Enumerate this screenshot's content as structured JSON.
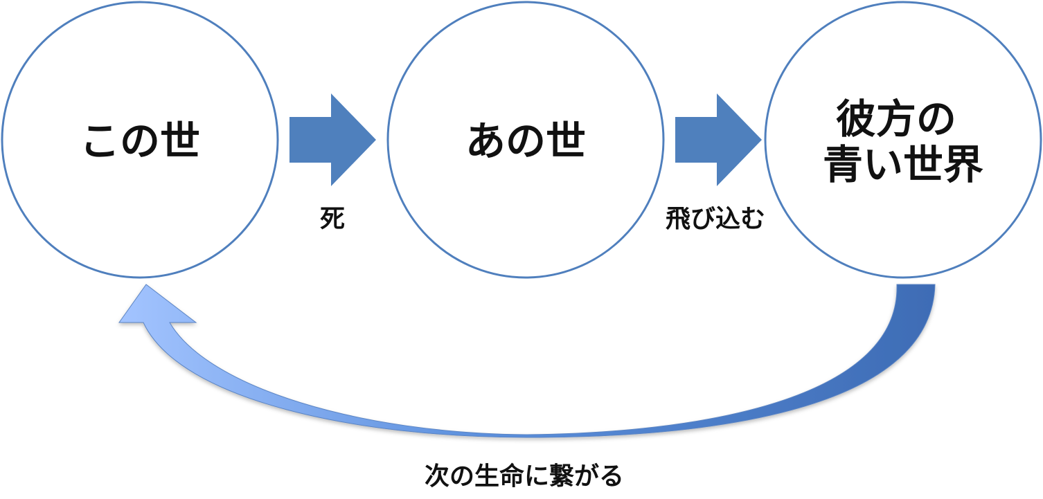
{
  "nodes": [
    {
      "id": "kono-yo",
      "lines": [
        "この世"
      ]
    },
    {
      "id": "ano-yo",
      "lines": [
        "あの世"
      ]
    },
    {
      "id": "kanata",
      "lines": [
        "彼方の",
        "青い世界"
      ]
    }
  ],
  "edges": [
    {
      "from": "kono-yo",
      "to": "ano-yo",
      "label": "死"
    },
    {
      "from": "ano-yo",
      "to": "kanata",
      "label": "飛び込む"
    },
    {
      "from": "kanata",
      "to": "kono-yo",
      "label": "次の生命に繋がる"
    }
  ],
  "colors": {
    "circle_stroke": "#4f7fbd",
    "arrow_fill": "#4f80bd",
    "return_gradient_light": "#a3c4ff",
    "return_gradient_mid": "#5b8fdc",
    "return_gradient_dark": "#3e6cb5",
    "text": "#111111"
  }
}
